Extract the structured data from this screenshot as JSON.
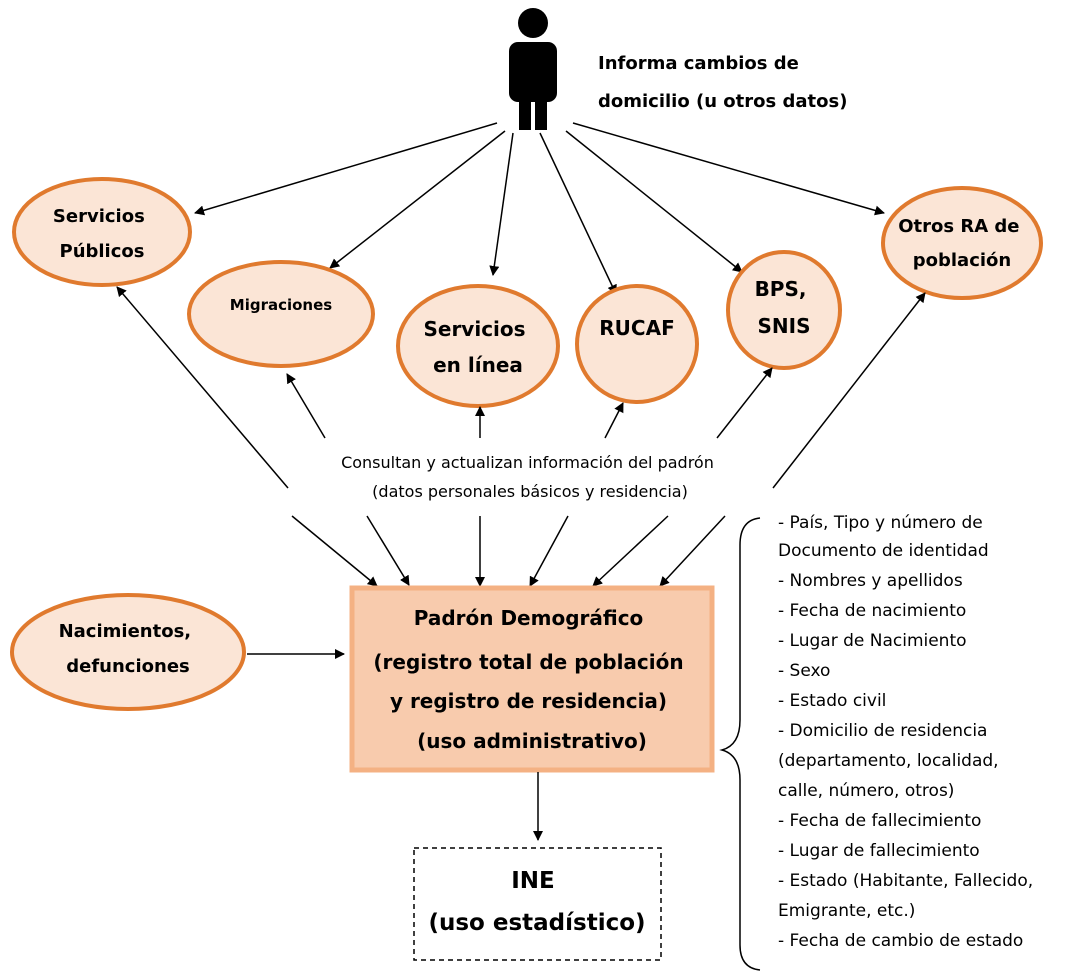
{
  "person_label": [
    "Informa cambios de",
    "domicilio (u otros datos)"
  ],
  "nodes": {
    "servicios_publicos": [
      "Servicios",
      "Públicos"
    ],
    "migraciones": [
      "Migraciones"
    ],
    "servicios_linea": [
      "Servicios",
      "en línea"
    ],
    "rucaf": [
      "RUCAF"
    ],
    "bps": [
      "BPS,",
      "SNIS"
    ],
    "otros_ra": [
      "Otros RA de",
      "población"
    ],
    "nacimientos": [
      "Nacimientos,",
      "defunciones"
    ]
  },
  "consult_label": [
    "Consultan y actualizan información del padrón",
    "(datos personales básicos y residencia)"
  ],
  "padron": [
    "Padrón Demográfico",
    "(registro total de población",
    "y registro de residencia)",
    "(uso administrativo)"
  ],
  "ine": [
    "INE",
    "(uso estadístico)"
  ],
  "fields": [
    "- País, Tipo y número de",
    "Documento de identidad",
    "- Nombres y apellidos",
    "- Fecha de nacimiento",
    "- Lugar de Nacimiento",
    "- Sexo",
    "- Estado civil",
    "- Domicilio de residencia",
    "(departamento, localidad,",
    "calle, número, otros)",
    "- Fecha de fallecimiento",
    "- Lugar de fallecimiento",
    "- Estado (Habitante, Fallecido,",
    "Emigrante, etc.)",
    "- Fecha de cambio de estado"
  ],
  "colors": {
    "ellipse_fill": "#FBE5D6",
    "ellipse_stroke": "#E07A2E",
    "padron_fill": "#F8CBAD",
    "padron_stroke": "#F4B183"
  }
}
